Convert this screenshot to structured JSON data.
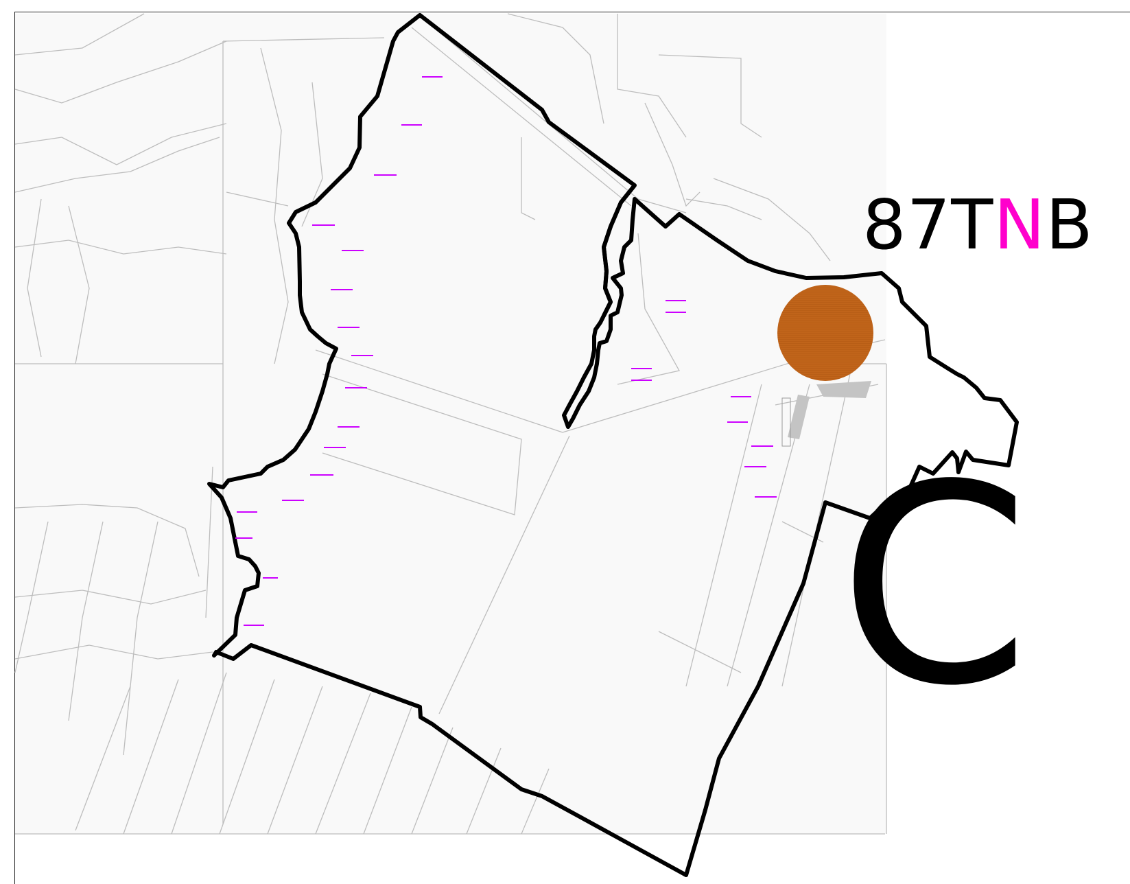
{
  "map": {
    "label": {
      "pre": "87T",
      "accent": "N",
      "post": "B"
    },
    "zone_letter": "C",
    "colors": {
      "boundary": "#000000",
      "tick_marks": "#cc00ff",
      "label_accent": "#ff00cc",
      "marker": "#c0641a",
      "cadastral_lines": "#bdbdbd",
      "building": "#c4c4c4"
    },
    "marker": {
      "name": "orange-circle-marker"
    }
  }
}
